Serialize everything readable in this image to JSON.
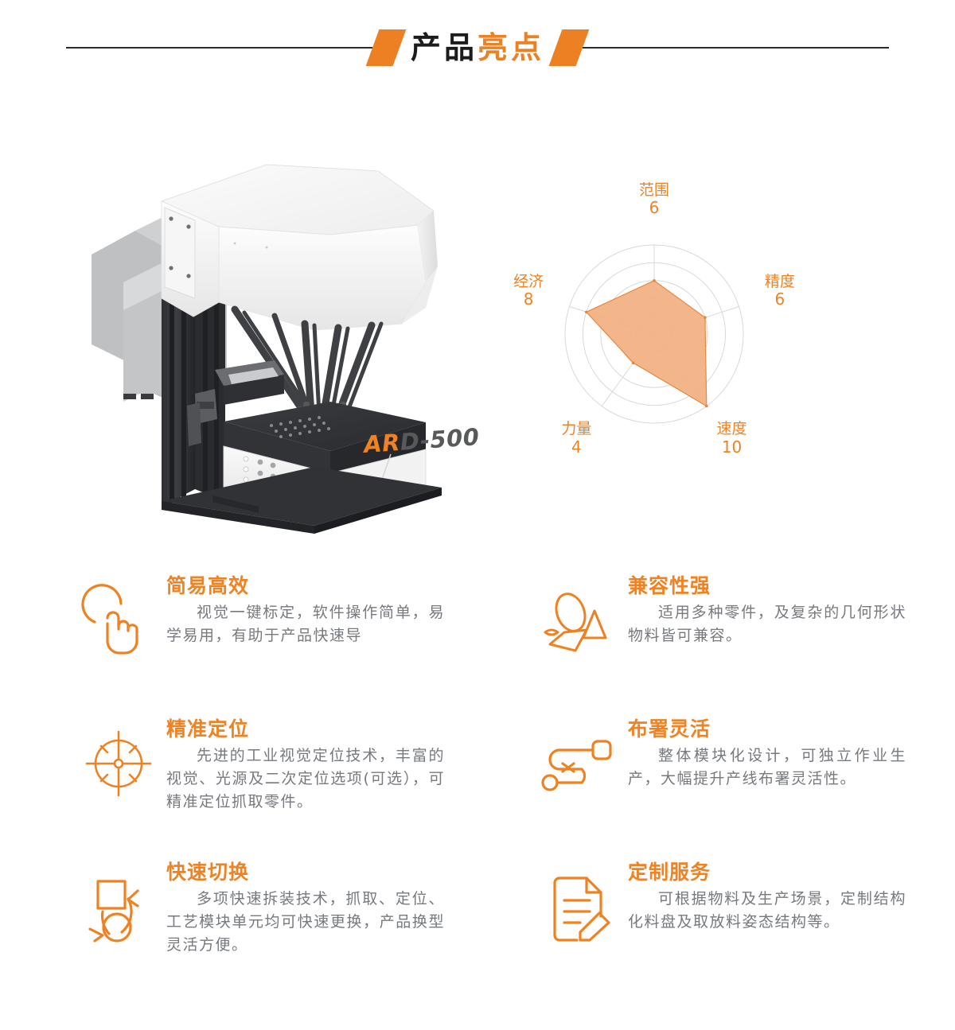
{
  "header": {
    "title_dark": "产品",
    "title_accent": "亮点",
    "accent_color": "#ec8022",
    "rule_color": "#2b2b2b"
  },
  "product": {
    "model_prefix": "AR",
    "model_suffix": "D-500",
    "prefix_color": "#ef8222",
    "suffix_color": "#58595b"
  },
  "chart_data": {
    "type": "radar",
    "title": "",
    "categories": [
      "范围",
      "精度",
      "速度",
      "力量",
      "经济"
    ],
    "values": [
      6,
      6,
      10,
      4,
      8
    ],
    "max": 10,
    "rings": 5,
    "grid": "circular",
    "grid_color": "#d9d9d9",
    "fill_color": "#f2b081",
    "stroke_color": "#e8883c",
    "label_color": "#ef8222",
    "legend": "none",
    "labels": [
      {
        "name": "范围",
        "value": "6"
      },
      {
        "name": "精度",
        "value": "6"
      },
      {
        "name": "速度",
        "value": "10"
      },
      {
        "name": "力量",
        "value": "4"
      },
      {
        "name": "经济",
        "value": "8"
      }
    ]
  },
  "features": [
    {
      "icon": "touch-tap-icon",
      "title": "简易高效",
      "desc": "视觉一键标定，软件操作简单，易学易用，有助于产品快速导"
    },
    {
      "icon": "shapes-parts-icon",
      "title": "兼容性强",
      "desc": "适用多种零件，及复杂的几何形状物料皆可兼容。"
    },
    {
      "icon": "crosshair-target-icon",
      "title": "精准定位",
      "desc": "先进的工业视觉定位技术，丰富的视觉、光源及二次定位选项(可选），可精准定位抓取零件。"
    },
    {
      "icon": "flexible-route-icon",
      "title": "布署灵活",
      "desc": "整体模块化设计，可独立作业生产，大幅提升产线布署灵活性。"
    },
    {
      "icon": "swap-module-icon",
      "title": "快速切换",
      "desc": "多项快速拆装技术，抓取、定位、工艺模块单元均可快速更换，产品换型灵活方便。"
    },
    {
      "icon": "document-pencil-icon",
      "title": "定制服务",
      "desc": "可根据物料及生产场景，定制结构化料盘及取放料姿态结构等。"
    }
  ]
}
